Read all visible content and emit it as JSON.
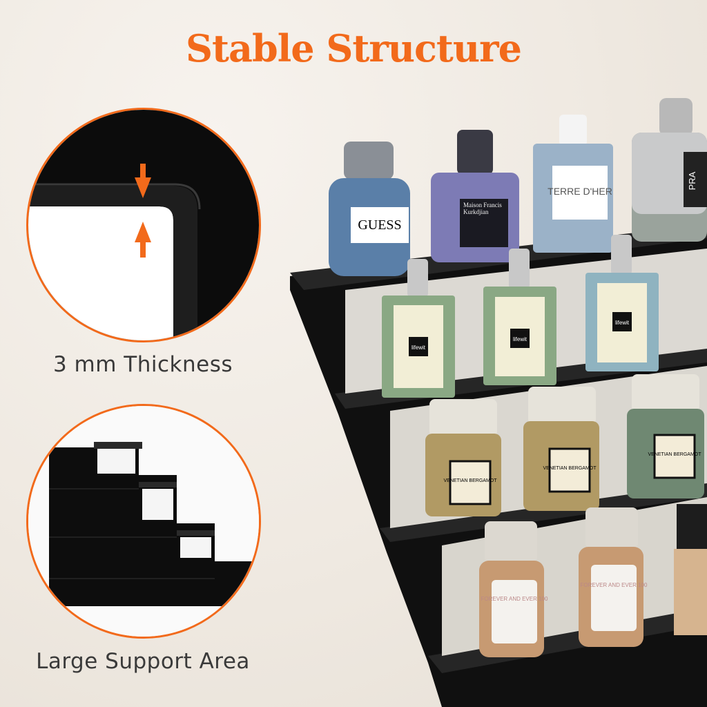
{
  "title": "Stable Structure",
  "features": [
    {
      "caption": "3 mm Thickness",
      "icon": "arrows-pointing-inward"
    },
    {
      "caption": "Large Support Area",
      "icon": "stair-shelf"
    }
  ],
  "product_labels": {
    "guess": "GUESS",
    "maison": "Maison Francis Kurkdjian",
    "terre": "TERRE D'HER",
    "prada": "PRA",
    "lifewit": "lifewit",
    "venetian": "VENETIAN BERGAMOT",
    "forever": "FOREVER AND EVER 100"
  },
  "colors": {
    "accent": "#f26a1b",
    "shelf": "#111111",
    "background": "#efe9e1"
  }
}
